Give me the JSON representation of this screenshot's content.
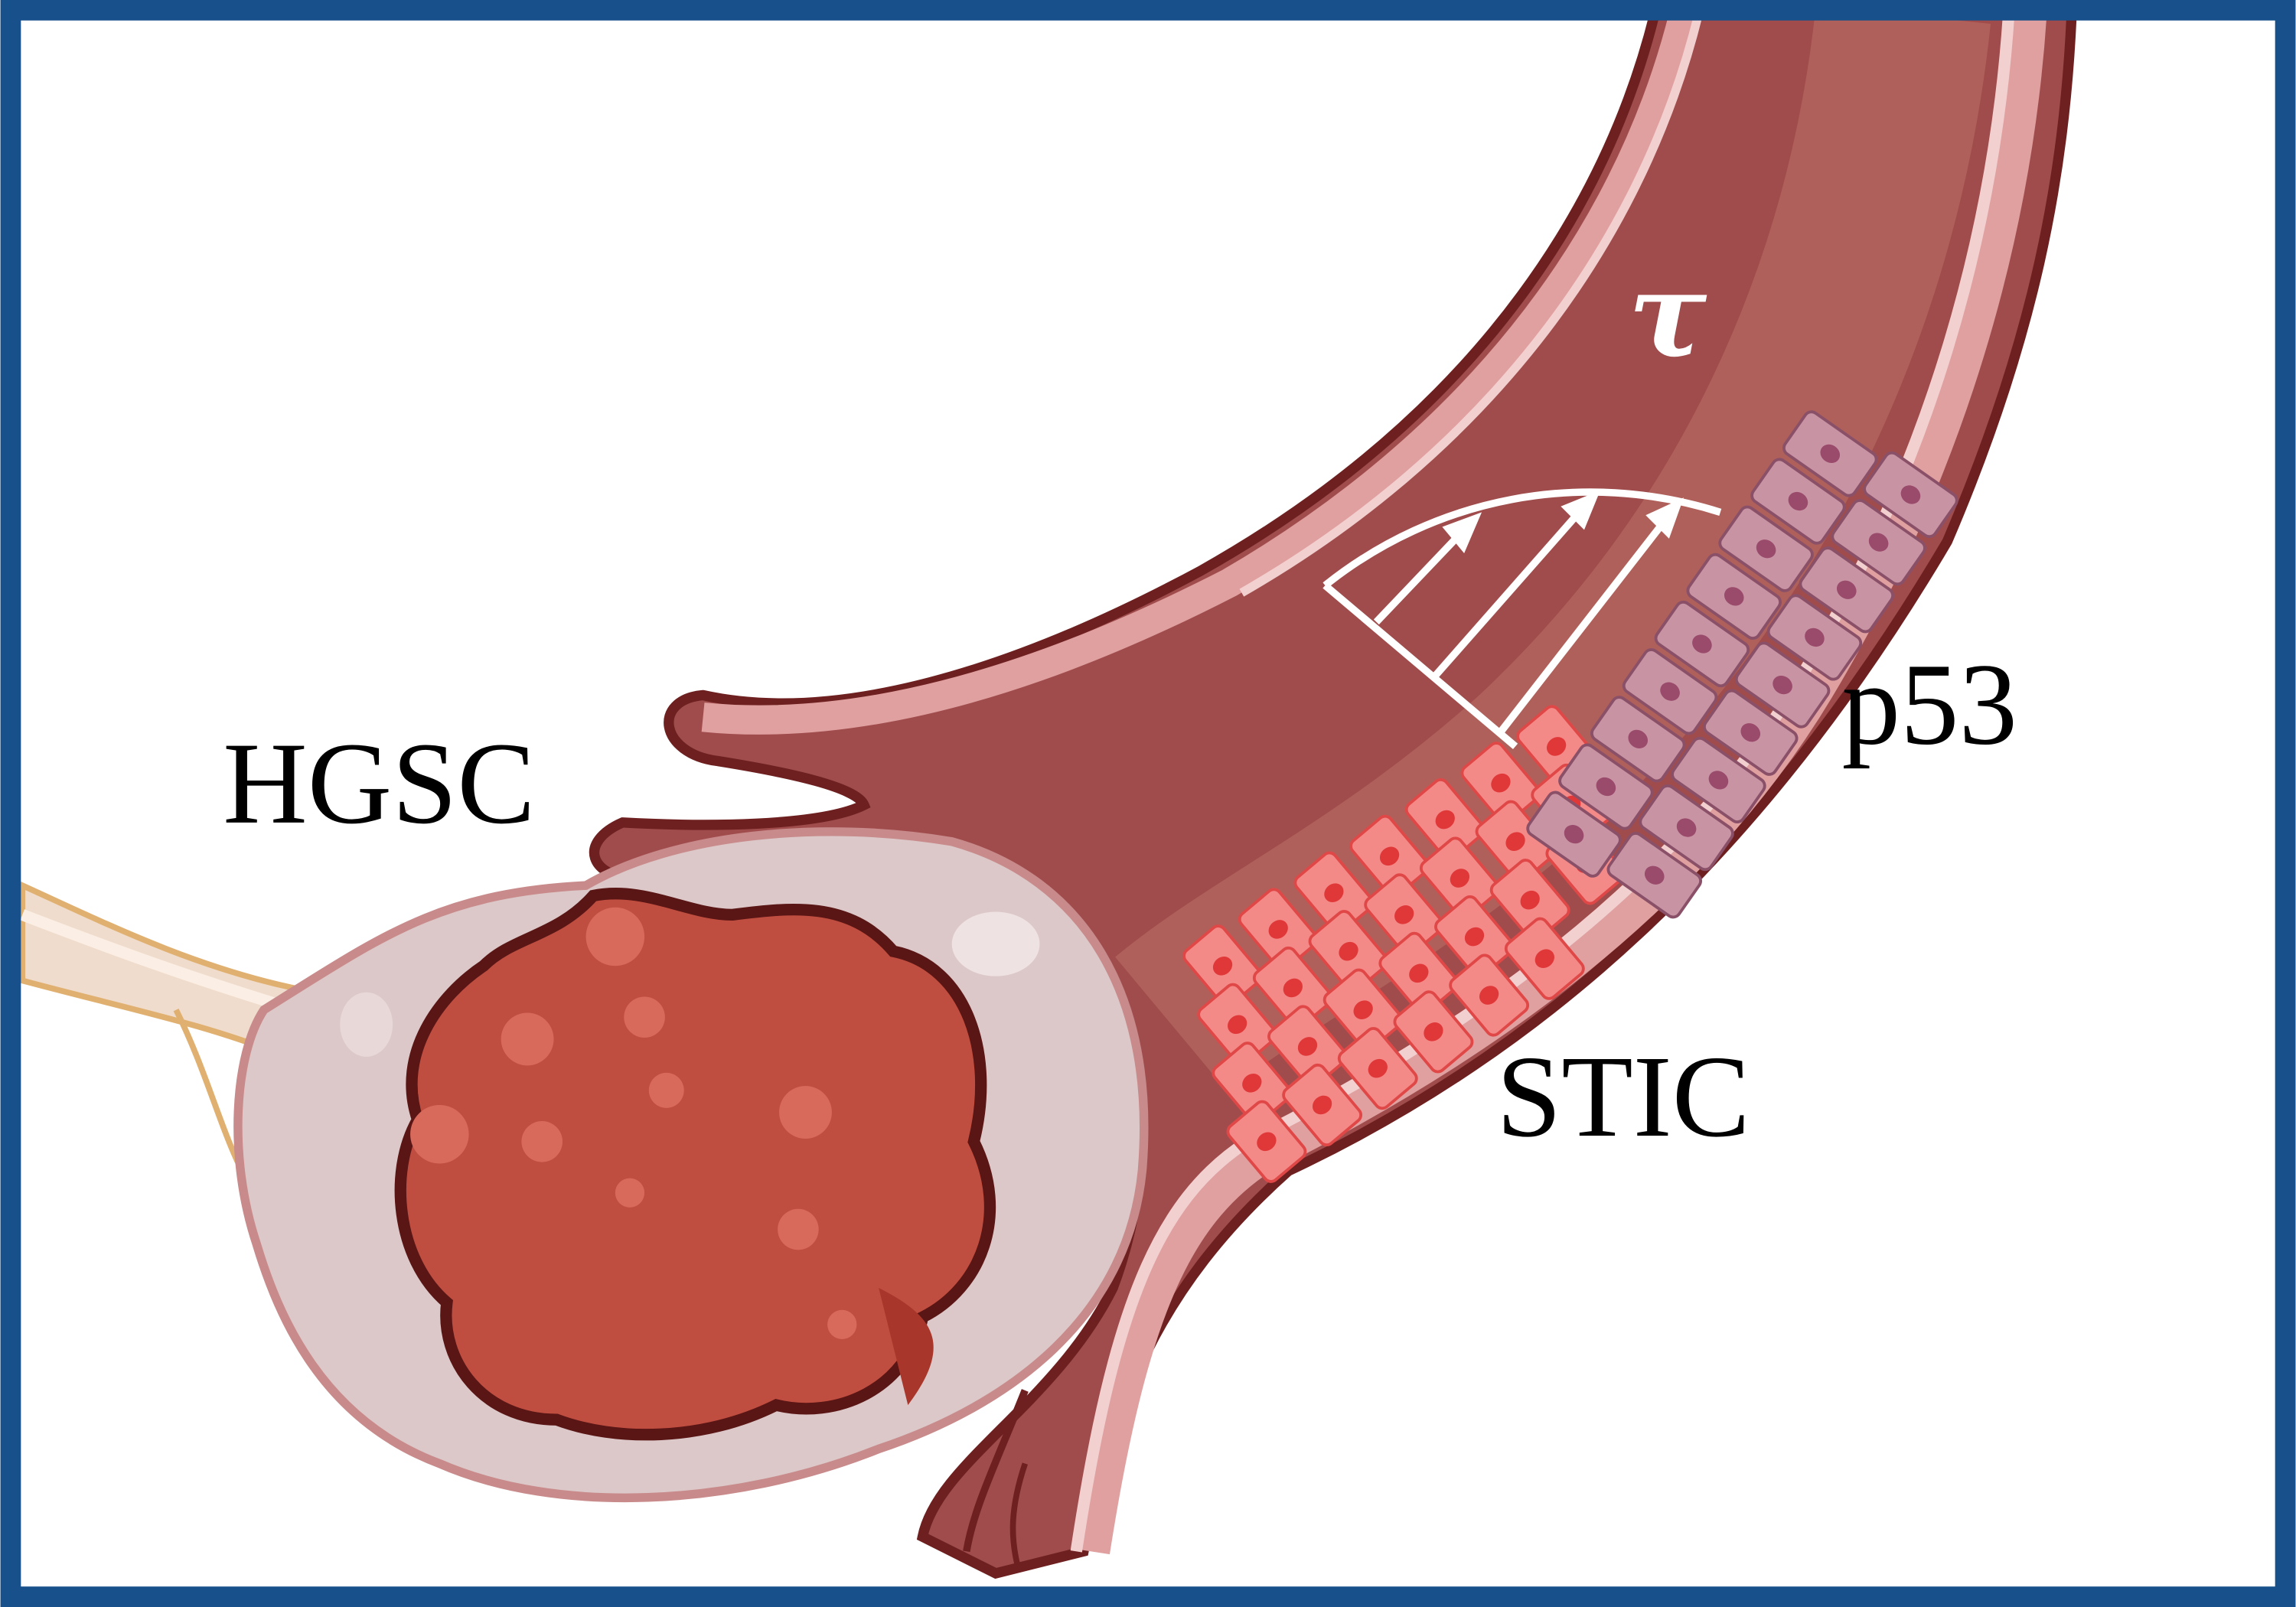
{
  "labels": {
    "hgsc": "HGSC",
    "stic": "STIC",
    "p53": "p53",
    "tau": "τ"
  },
  "colors": {
    "frame": "#17508a",
    "tube_wall": "#a04c4c",
    "tube_outline": "#6e2020",
    "lumen": "#b0605a",
    "ovary": "#dcc8c8",
    "tumor": "#c04e40",
    "stic_cells": "#f48a88",
    "p53_cells": "#c894a4",
    "ligament": "#e8c89a"
  }
}
